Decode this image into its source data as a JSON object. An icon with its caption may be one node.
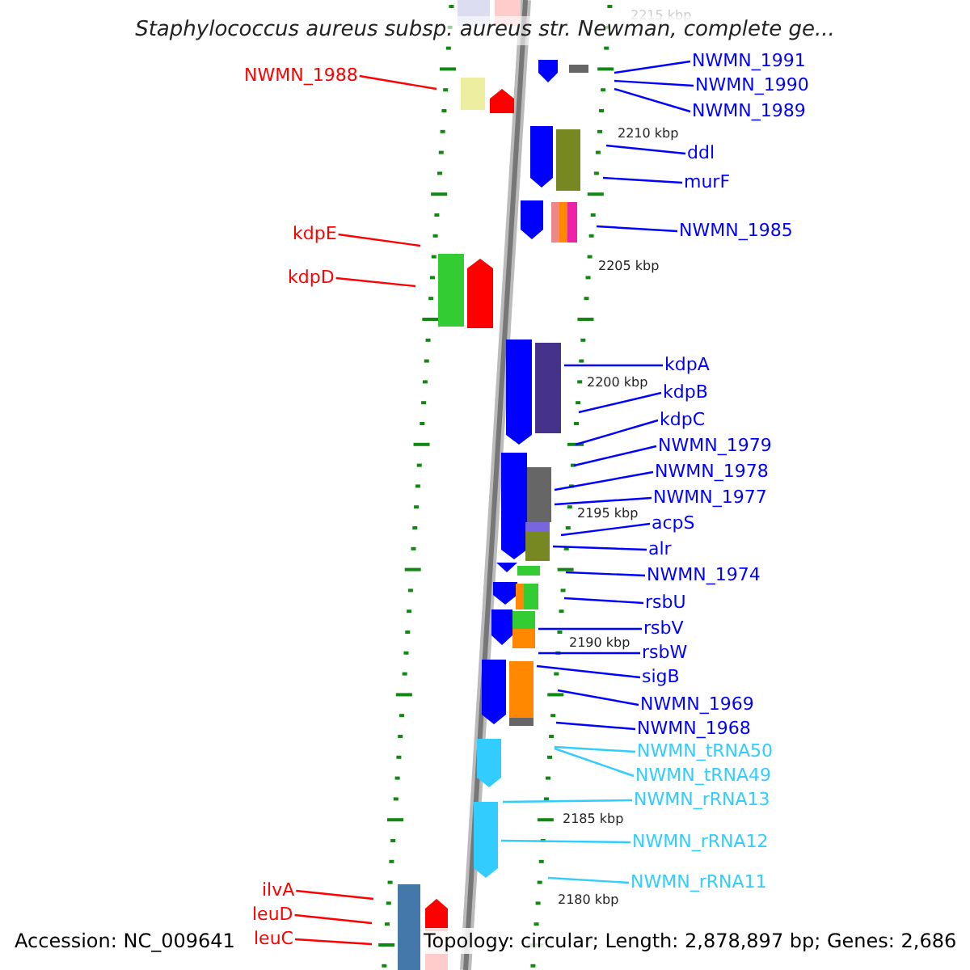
{
  "diagram": {
    "title": "Staphylococcus aureus subsp. aureus str. Newman, complete ge...",
    "nodes": [
      {
        "text": [
          "NWMN_1991"
        ]
      },
      {
        "text": [
          "NWMN_1988"
        ]
      },
      {
        "text": [
          "NWMN_1990"
        ]
      },
      {
        "text": [
          "NWMN_1989"
        ]
      },
      {
        "text": [
          "ddl"
        ]
      },
      {
        "text": [
          "murF"
        ]
      },
      {
        "text": [
          "NWMN_1985"
        ]
      },
      {
        "text": [
          "kdpE"
        ]
      },
      {
        "text": [
          "kdpD"
        ]
      },
      {
        "text": [
          "kdpA"
        ]
      },
      {
        "text": [
          "kdpB"
        ]
      },
      {
        "text": [
          "kdpC"
        ]
      },
      {
        "text": [
          "NWMN_1979"
        ]
      },
      {
        "text": [
          "NWMN_1978"
        ]
      },
      {
        "text": [
          "NWMN_1977"
        ]
      },
      {
        "text": [
          "acpS"
        ]
      },
      {
        "text": [
          "alr"
        ]
      },
      {
        "text": [
          "NWMN_1974"
        ]
      },
      {
        "text": [
          "rsbU"
        ]
      },
      {
        "text": [
          "rsbV"
        ]
      },
      {
        "text": [
          "rsbW"
        ]
      },
      {
        "text": [
          "sigB"
        ]
      },
      {
        "text": [
          "NWMN_1969"
        ]
      },
      {
        "text": [
          "NWMN_1968"
        ]
      },
      {
        "text": [
          "NWMN_tRNA50"
        ]
      },
      {
        "text": [
          "NWMN_tRNA49"
        ]
      },
      {
        "text": [
          "NWMN_rRNA13"
        ]
      },
      {
        "text": [
          "NWMN_rRNA12"
        ]
      },
      {
        "text": [
          "NWMN_rRNA11"
        ]
      },
      {
        "text": [
          "ilvA"
        ]
      },
      {
        "text": [
          "leuD"
        ]
      },
      {
        "text": [
          "leuC"
        ]
      }
    ],
    "edges": [
      {
        "from": 0,
        "to": null,
        "arrow": "none"
      },
      {
        "from": 1,
        "to": null,
        "arrow": "none",
        "color": "#ff0000"
      },
      {
        "from": 2,
        "to": null,
        "arrow": "none"
      },
      {
        "from": 3,
        "to": null,
        "arrow": "none"
      },
      {
        "from": 4,
        "to": null,
        "arrow": "none"
      },
      {
        "from": 5,
        "to": null,
        "arrow": "none"
      },
      {
        "from": 6,
        "to": null,
        "arrow": "none"
      },
      {
        "from": 7,
        "to": null,
        "arrow": "none",
        "color": "#ff0000"
      },
      {
        "from": 8,
        "to": null,
        "arrow": "none",
        "color": "#ff0000"
      },
      {
        "from": 9,
        "to": null,
        "arrow": "none"
      },
      {
        "from": 10,
        "to": null,
        "arrow": "none"
      },
      {
        "from": 11,
        "to": null,
        "arrow": "none"
      },
      {
        "from": 12,
        "to": null,
        "arrow": "none"
      },
      {
        "from": 13,
        "to": null,
        "arrow": "none"
      },
      {
        "from": 14,
        "to": null,
        "arrow": "none"
      },
      {
        "from": 15,
        "to": null,
        "arrow": "none"
      },
      {
        "from": 16,
        "to": null,
        "arrow": "none"
      },
      {
        "from": 17,
        "to": null,
        "arrow": "none"
      },
      {
        "from": 18,
        "to": null,
        "arrow": "none"
      },
      {
        "from": 19,
        "to": null,
        "arrow": "none"
      },
      {
        "from": 20,
        "to": null,
        "arrow": "none"
      },
      {
        "from": 21,
        "to": null,
        "arrow": "none"
      },
      {
        "from": 22,
        "to": null,
        "arrow": "none"
      },
      {
        "from": 23,
        "to": null,
        "arrow": "none"
      },
      {
        "from": 24,
        "to": null,
        "arrow": "none",
        "color": "#33ccff"
      },
      {
        "from": 25,
        "to": null,
        "arrow": "none",
        "color": "#33ccff"
      },
      {
        "from": 26,
        "to": null,
        "arrow": "none",
        "color": "#33ccff"
      },
      {
        "from": 27,
        "to": null,
        "arrow": "none",
        "color": "#33ccff"
      },
      {
        "from": 28,
        "to": null,
        "arrow": "none",
        "color": "#33ccff"
      },
      {
        "from": 29,
        "to": null,
        "arrow": "none",
        "color": "#ff0000"
      },
      {
        "from": 30,
        "to": null,
        "arrow": "none",
        "color": "#ff0000"
      },
      {
        "from": 31,
        "to": null,
        "arrow": "none",
        "color": "#ff0000"
      }
    ],
    "labels": [
      "2215 kbp",
      "2210 kbp",
      "2205 kbp",
      "2200 kbp",
      "2195 kbp",
      "2190 kbp",
      "2185 kbp",
      "2180 kbp",
      "Accession: NC_009641",
      "Topology: circular; Length: 2,878,897 bp; Genes: 2,686"
    ]
  }
}
